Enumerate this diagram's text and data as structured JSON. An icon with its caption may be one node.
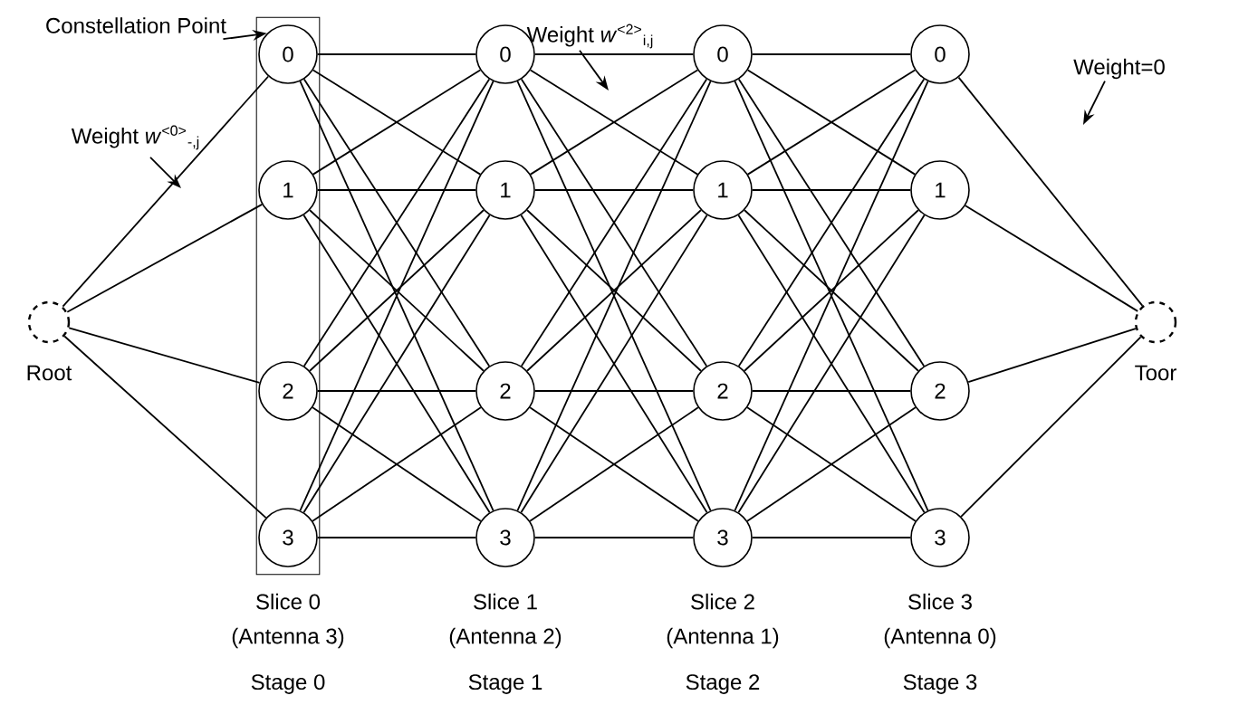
{
  "diagram": {
    "nodes": [
      {
        "text": [],
        "shape": "circle",
        "beside": [
          "Root"
        ]
      },
      {
        "text": [],
        "shape": "box"
      },
      {
        "text": [
          "0"
        ],
        "in": 1
      },
      {
        "text": [
          "1"
        ],
        "in": 1
      },
      {
        "text": [
          "2"
        ],
        "in": 1
      },
      {
        "text": [
          "3"
        ],
        "in": 1
      },
      {
        "text": [
          "0"
        ]
      },
      {
        "text": [
          "1"
        ]
      },
      {
        "text": [
          "2"
        ]
      },
      {
        "text": [
          "3"
        ]
      },
      {
        "text": [
          "0"
        ]
      },
      {
        "text": [
          "1"
        ]
      },
      {
        "text": [
          "2"
        ]
      },
      {
        "text": [
          "3"
        ]
      },
      {
        "text": [
          "0"
        ]
      },
      {
        "text": [
          "1"
        ]
      },
      {
        "text": [
          "2"
        ]
      },
      {
        "text": [
          "3"
        ]
      },
      {
        "text": [],
        "shape": "circle",
        "beside": [
          "Toor"
        ]
      },
      {
        "text": [
          "Constellation Point"
        ]
      },
      {
        "text": [
          "Weight *w*$^{<0>}$$_{-,j}$"
        ]
      },
      {
        "text": [
          "Weight *w*$^{<2>}$$_{i,j}$"
        ]
      },
      {
        "text": [
          "Weight=0"
        ]
      }
    ],
    "edges": [
      {
        "from": 0,
        "to": 2,
        "arrow": "none"
      },
      {
        "from": 0,
        "to": 3,
        "arrow": "none"
      },
      {
        "from": 0,
        "to": 4,
        "arrow": "none"
      },
      {
        "from": 0,
        "to": 5,
        "arrow": "none"
      },
      {
        "from": 2,
        "to": 6,
        "arrow": "none"
      },
      {
        "from": 2,
        "to": 7,
        "arrow": "none"
      },
      {
        "from": 2,
        "to": 8,
        "arrow": "none"
      },
      {
        "from": 2,
        "to": 9,
        "arrow": "none"
      },
      {
        "from": 3,
        "to": 6,
        "arrow": "none"
      },
      {
        "from": 3,
        "to": 7,
        "arrow": "none"
      },
      {
        "from": 3,
        "to": 8,
        "arrow": "none"
      },
      {
        "from": 3,
        "to": 9,
        "arrow": "none"
      },
      {
        "from": 4,
        "to": 6,
        "arrow": "none"
      },
      {
        "from": 4,
        "to": 7,
        "arrow": "none"
      },
      {
        "from": 4,
        "to": 8,
        "arrow": "none"
      },
      {
        "from": 4,
        "to": 9,
        "arrow": "none"
      },
      {
        "from": 5,
        "to": 6,
        "arrow": "none"
      },
      {
        "from": 5,
        "to": 7,
        "arrow": "none"
      },
      {
        "from": 5,
        "to": 8,
        "arrow": "none"
      },
      {
        "from": 5,
        "to": 9,
        "arrow": "none"
      },
      {
        "from": 6,
        "to": 10,
        "arrow": "none"
      },
      {
        "from": 6,
        "to": 11,
        "arrow": "none"
      },
      {
        "from": 6,
        "to": 12,
        "arrow": "none"
      },
      {
        "from": 6,
        "to": 13,
        "arrow": "none"
      },
      {
        "from": 7,
        "to": 10,
        "arrow": "none"
      },
      {
        "from": 7,
        "to": 11,
        "arrow": "none"
      },
      {
        "from": 7,
        "to": 12,
        "arrow": "none"
      },
      {
        "from": 7,
        "to": 13,
        "arrow": "none"
      },
      {
        "from": 8,
        "to": 10,
        "arrow": "none"
      },
      {
        "from": 8,
        "to": 11,
        "arrow": "none"
      },
      {
        "from": 8,
        "to": 12,
        "arrow": "none"
      },
      {
        "from": 8,
        "to": 13,
        "arrow": "none"
      },
      {
        "from": 9,
        "to": 10,
        "arrow": "none"
      },
      {
        "from": 9,
        "to": 11,
        "arrow": "none"
      },
      {
        "from": 9,
        "to": 12,
        "arrow": "none"
      },
      {
        "from": 9,
        "to": 13,
        "arrow": "none"
      },
      {
        "from": 10,
        "to": 14,
        "arrow": "none"
      },
      {
        "from": 10,
        "to": 15,
        "arrow": "none"
      },
      {
        "from": 10,
        "to": 16,
        "arrow": "none"
      },
      {
        "from": 10,
        "to": 17,
        "arrow": "none"
      },
      {
        "from": 11,
        "to": 14,
        "arrow": "none"
      },
      {
        "from": 11,
        "to": 15,
        "arrow": "none"
      },
      {
        "from": 11,
        "to": 16,
        "arrow": "none"
      },
      {
        "from": 11,
        "to": 17,
        "arrow": "none"
      },
      {
        "from": 12,
        "to": 14,
        "arrow": "none"
      },
      {
        "from": 12,
        "to": 15,
        "arrow": "none"
      },
      {
        "from": 12,
        "to": 16,
        "arrow": "none"
      },
      {
        "from": 12,
        "to": 17,
        "arrow": "none"
      },
      {
        "from": 13,
        "to": 14,
        "arrow": "none"
      },
      {
        "from": 13,
        "to": 15,
        "arrow": "none"
      },
      {
        "from": 13,
        "to": 16,
        "arrow": "none"
      },
      {
        "from": 13,
        "to": 17,
        "arrow": "none"
      },
      {
        "from": 14,
        "to": 18,
        "arrow": "none"
      },
      {
        "from": 15,
        "to": 18,
        "arrow": "none"
      },
      {
        "from": 16,
        "to": 18,
        "arrow": "none"
      },
      {
        "from": 17,
        "to": 18,
        "arrow": "none"
      },
      {
        "from": 19,
        "to": 2,
        "arrow": "to"
      },
      {
        "from": 20,
        "to": null,
        "arrow": "to"
      },
      {
        "from": 21,
        "to": null,
        "arrow": "to"
      },
      {
        "from": 22,
        "to": null,
        "arrow": "to"
      }
    ],
    "labels": [
      "Slice 0 (Antenna 3)",
      "Slice 1 (Antenna 2)",
      "Slice 2 (Antenna 1)",
      "Slice 3 (Antenna 0)",
      "Stage 0",
      "Stage 1",
      "Stage 2",
      "Stage 3"
    ]
  }
}
